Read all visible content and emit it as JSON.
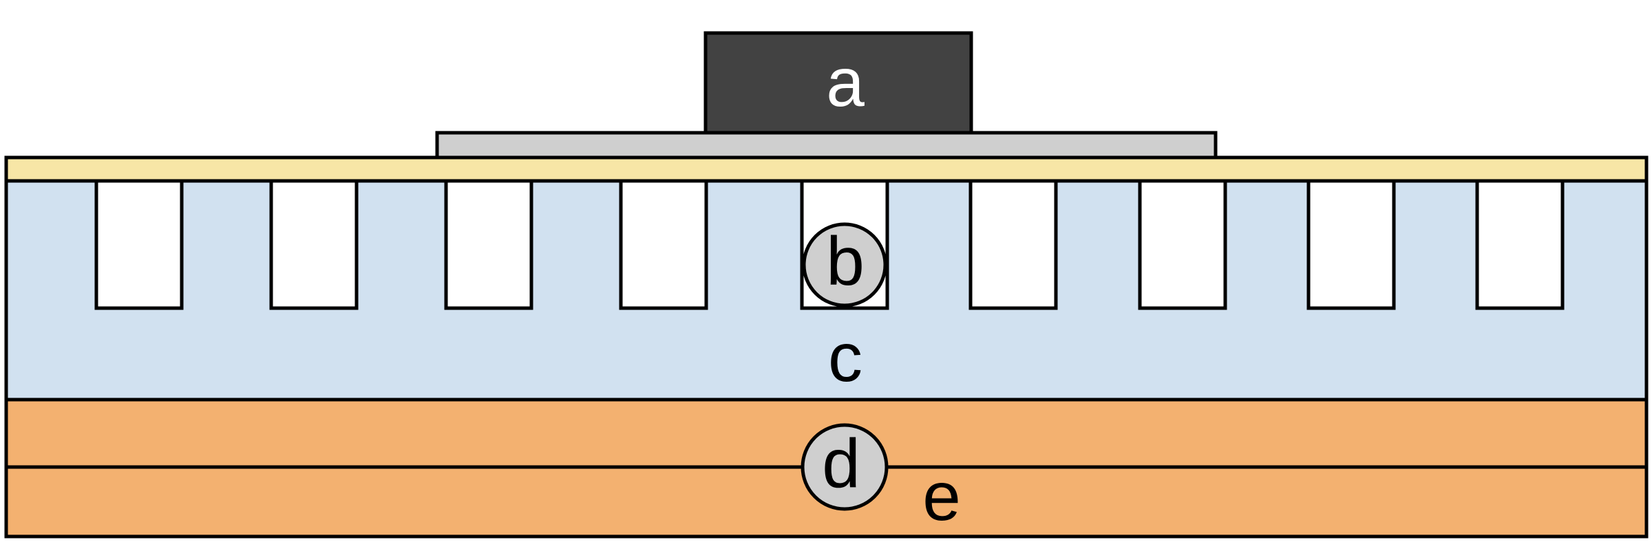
{
  "labels": {
    "a": "a",
    "b": "b",
    "c": "c",
    "d": "d",
    "e": "e"
  },
  "colors": {
    "outline": "#000000",
    "block_a": "#424242",
    "plate": "#cfcfcf",
    "top_strip": "#f7e6a6",
    "layer_c": "#d1e1f0",
    "layer_bottom": "#f3b170",
    "circle_fill": "#cfcfcf",
    "slot_fill": "#ffffff",
    "label_light": "#ffffff",
    "label_dark": "#000000"
  }
}
